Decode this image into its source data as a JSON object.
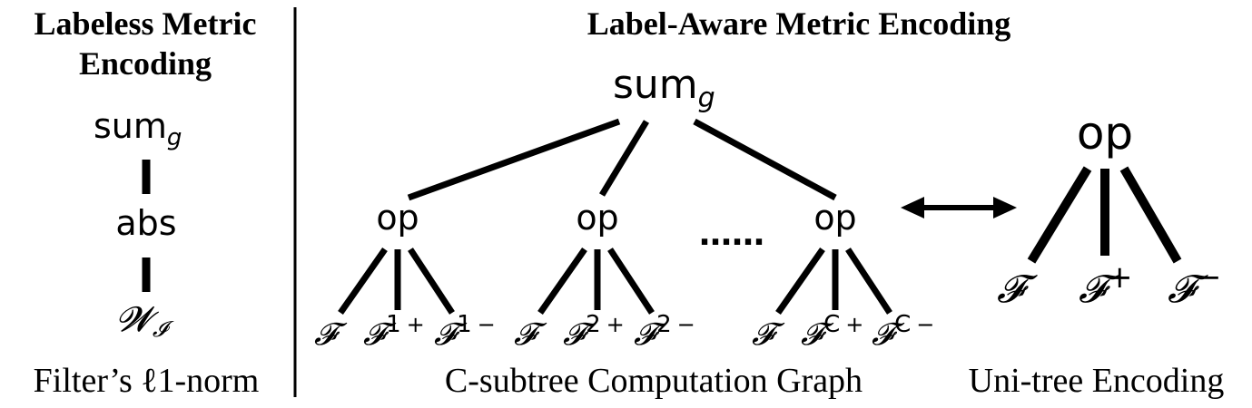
{
  "left_panel": {
    "title_line1": "Labeless Metric",
    "title_line2": "Encoding",
    "nodes": {
      "sum": "sum",
      "sum_sub": "g",
      "abs": "abs",
      "w": "𝓦",
      "w_sub": "𝓘"
    },
    "caption": "Filter’s ℓ1-norm"
  },
  "middle_panel": {
    "title": "Label-Aware Metric Encoding",
    "root": "sum",
    "root_sub": "g",
    "op_label": "op",
    "ellipsis": "……",
    "leaf_f": "𝓕",
    "subtrees": [
      {
        "index": "1"
      },
      {
        "index": "2"
      },
      {
        "index": "C"
      }
    ],
    "plus": "+",
    "minus": "−",
    "caption": "C-subtree Computation Graph"
  },
  "right_panel": {
    "op_label": "op",
    "leaf_f": "𝓕",
    "plus": "+",
    "minus": "−",
    "caption": "Uni-tree Encoding"
  },
  "colors": {
    "ink": "#000000",
    "background": "#ffffff"
  }
}
